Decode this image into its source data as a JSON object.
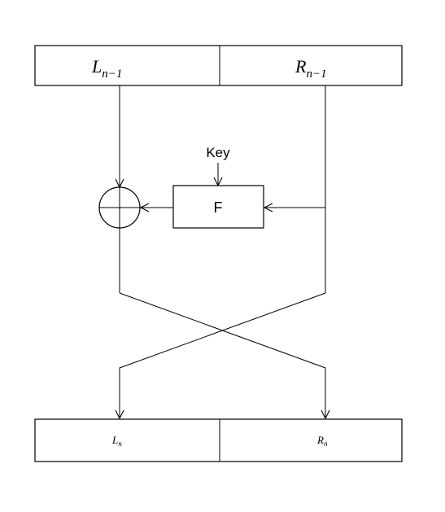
{
  "top_block": {
    "left": {
      "base": "L",
      "sub": "n−1"
    },
    "right": {
      "base": "R",
      "sub": "n−1"
    }
  },
  "bottom_block": {
    "left": {
      "base": "L",
      "sub": "n"
    },
    "right": {
      "base": "R",
      "sub": "n"
    }
  },
  "key_label": "Key",
  "function_label": "F",
  "colors": {
    "stroke": "#000000",
    "background": "#ffffff"
  }
}
